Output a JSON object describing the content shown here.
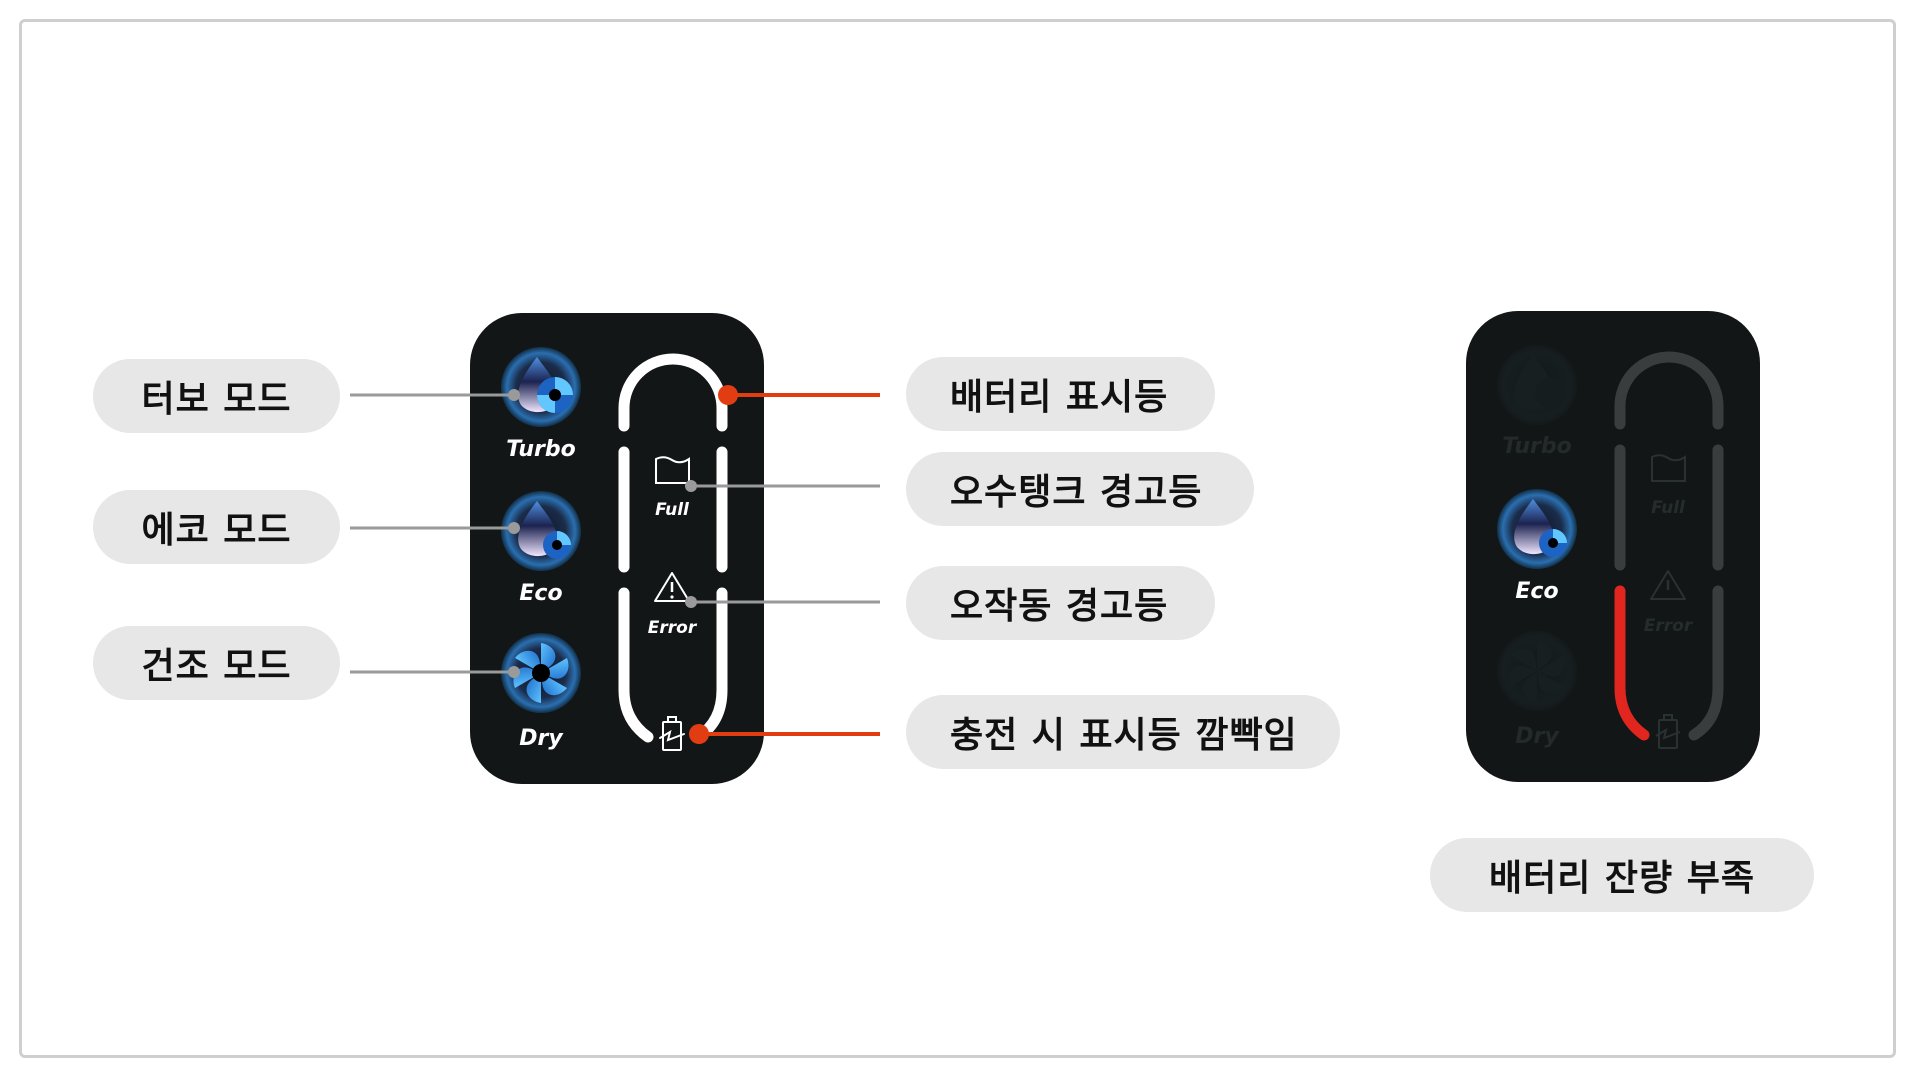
{
  "left_callouts": [
    {
      "label": "터보 모드",
      "target": "turbo"
    },
    {
      "label": "에코 모드",
      "target": "eco"
    },
    {
      "label": "건조 모드",
      "target": "dry"
    }
  ],
  "right_callouts": [
    {
      "label": "배터리 표시등",
      "accent": "red"
    },
    {
      "label": "오수탱크 경고등",
      "accent": "gray"
    },
    {
      "label": "오작동 경고등",
      "accent": "gray"
    },
    {
      "label": "충전 시 표시등 깜빡임",
      "accent": "red"
    }
  ],
  "panel": {
    "modes": [
      {
        "name": "Turbo",
        "icon": "drop-fan-icon"
      },
      {
        "name": "Eco",
        "icon": "drop-fan-icon"
      },
      {
        "name": "Dry",
        "icon": "fan-icon"
      }
    ],
    "indicators": [
      {
        "name": "Full",
        "icon": "water-tank-icon"
      },
      {
        "name": "Error",
        "icon": "warning-triangle-icon"
      },
      {
        "icon": "battery-charging-icon"
      }
    ]
  },
  "state_panel": {
    "active_mode": "Eco",
    "caption": "배터리 잔량 부족",
    "battery_level_segments": 1,
    "battery_total_segments": 3
  },
  "colors": {
    "panel_bg": "#121617",
    "callout_bg": "#e7e7e7",
    "leader_red": "#e23d12",
    "leader_gray": "#9a9a9a",
    "battery_low": "#e0261f",
    "ring_active": "#ffffff",
    "ring_inactive": "#3a3d3e",
    "frame_border": "#cfcfcf"
  }
}
